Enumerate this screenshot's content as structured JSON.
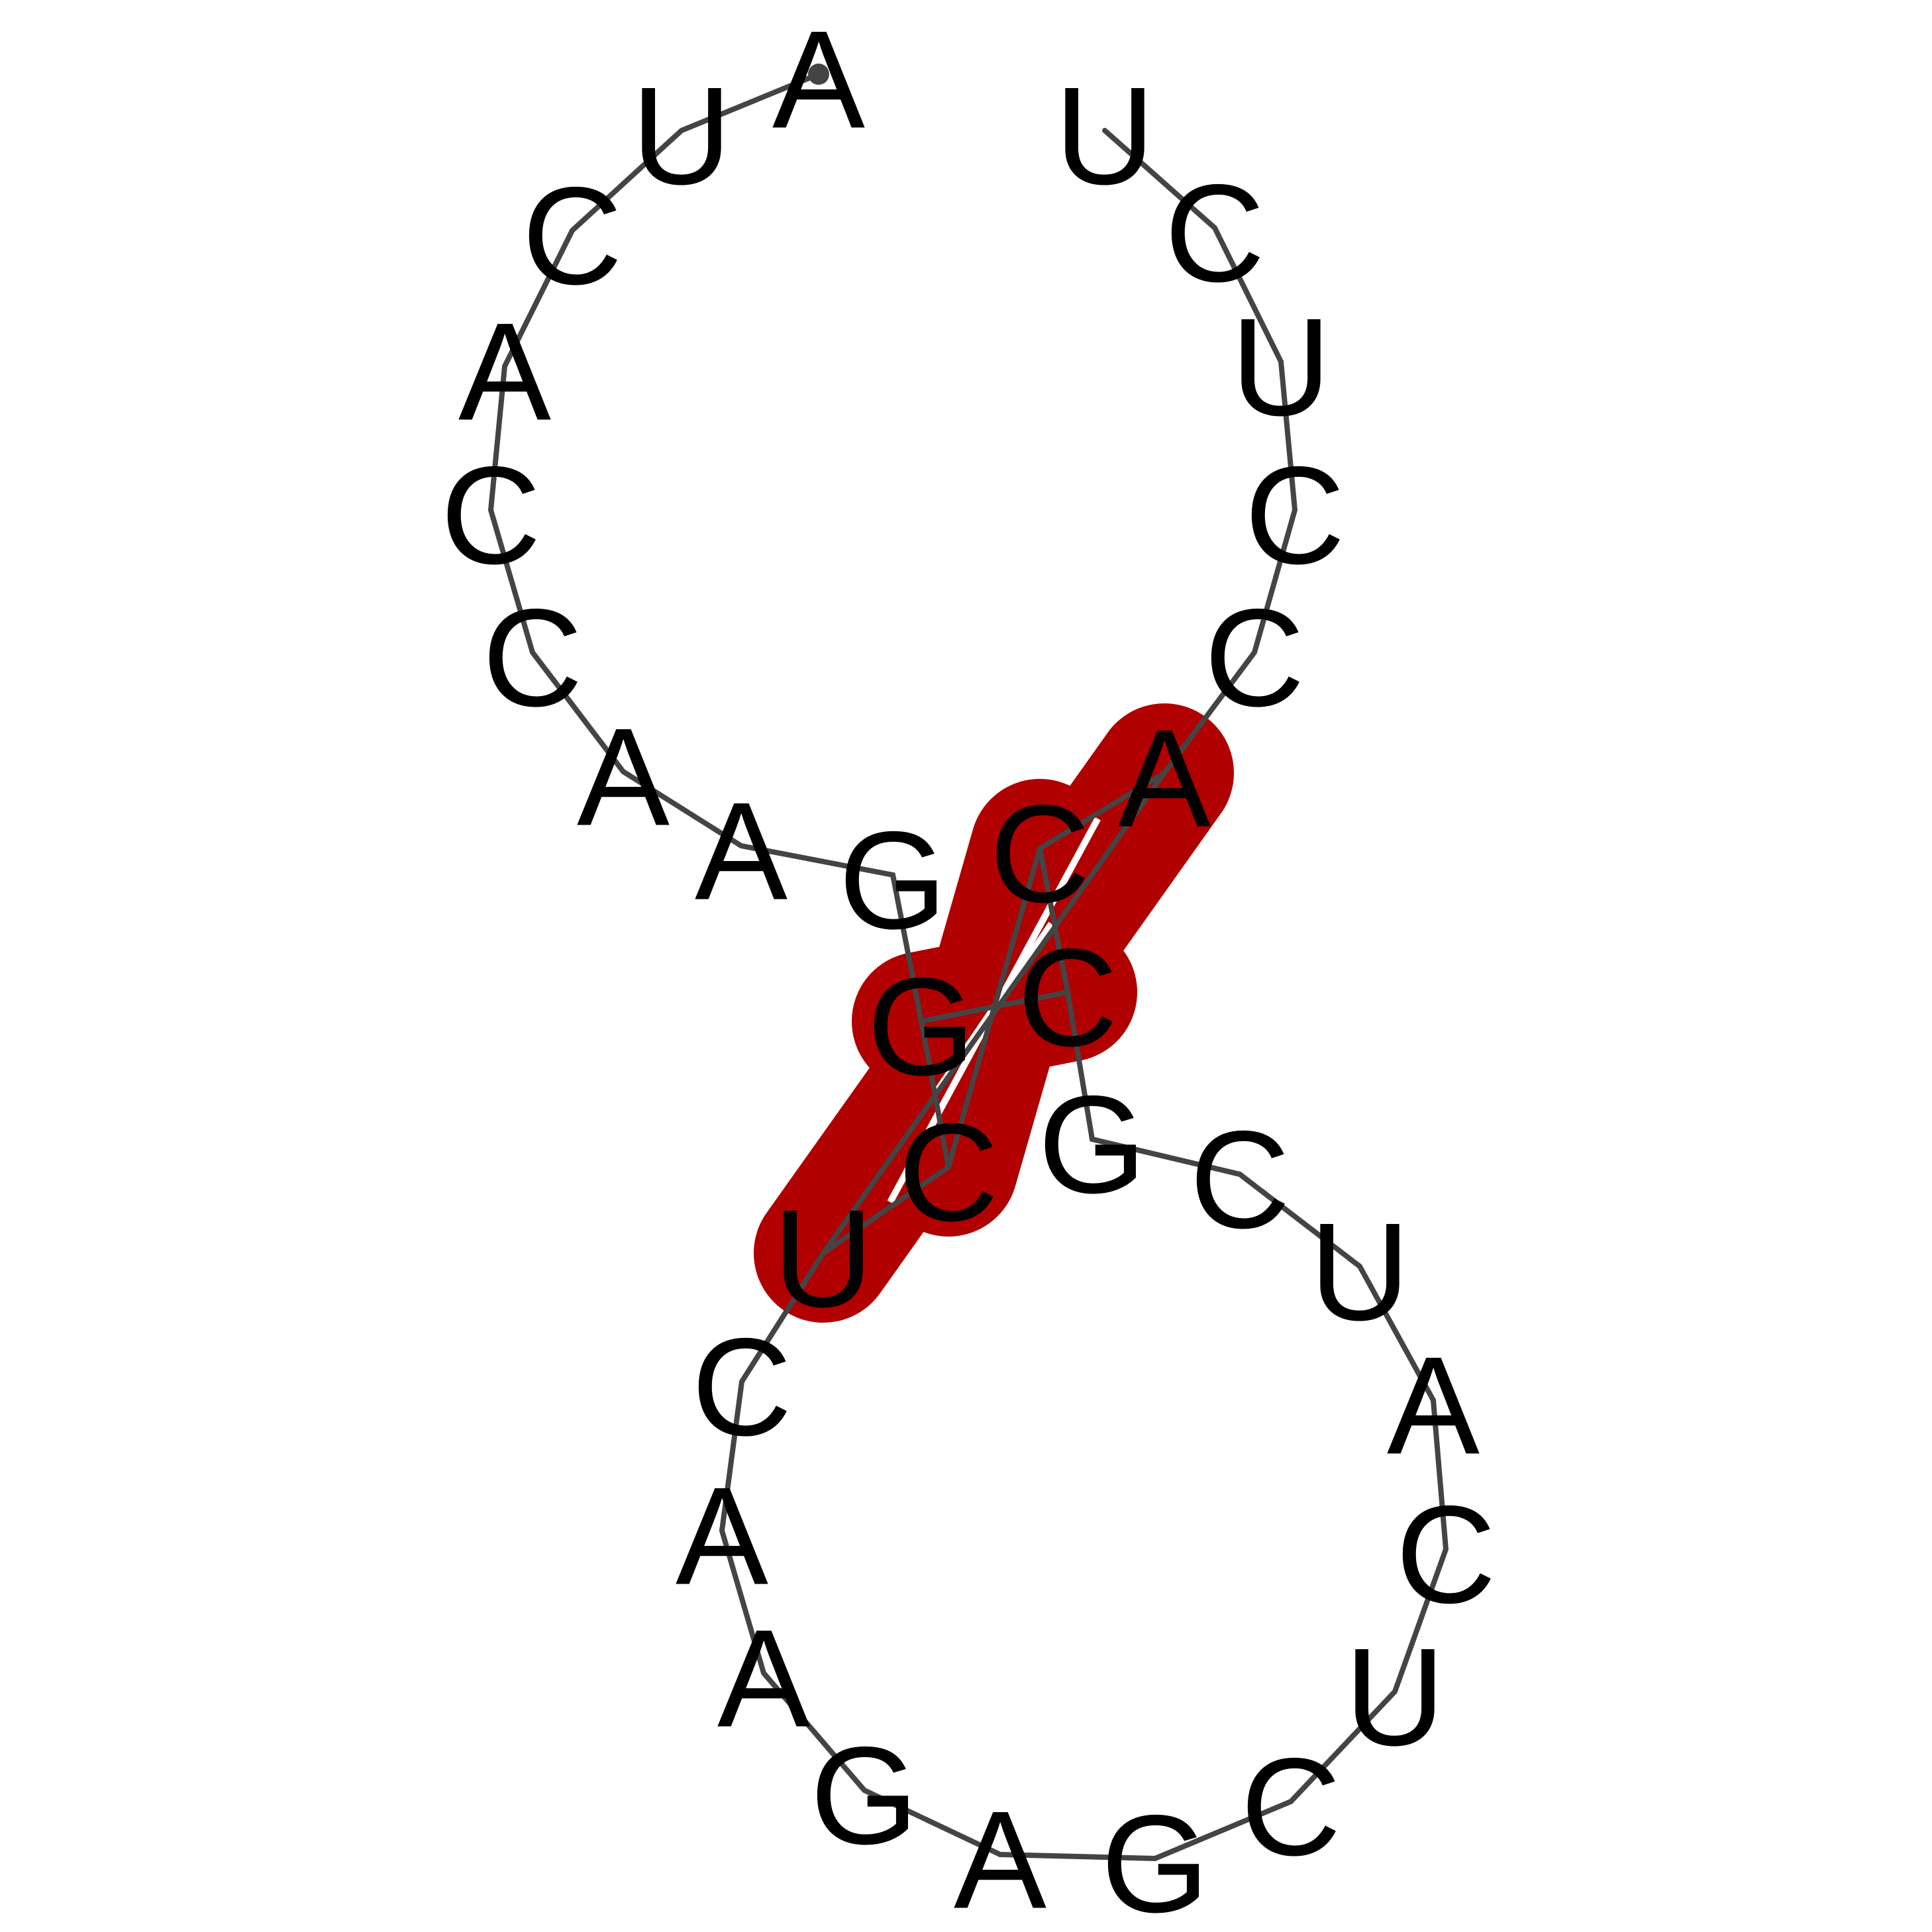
{
  "nucleotides": [
    "A",
    "U",
    "C",
    "A",
    "C",
    "C",
    "A",
    "A",
    "G",
    "G",
    "C",
    "U",
    "C",
    "A",
    "A",
    "G",
    "A",
    "G",
    "C",
    "U",
    "C",
    "A",
    "U",
    "C",
    "G",
    "C",
    "C",
    "A",
    "C",
    "C",
    "U",
    "C",
    "U"
  ],
  "pairs": [
    [
      9,
      25
    ],
    [
      10,
      26
    ],
    [
      11,
      27
    ]
  ],
  "colors": {
    "backbone": "#444444",
    "pair_highlight": "#b00000",
    "pair_line": "#ffffff",
    "text": "#000000",
    "start_marker": "#444444"
  }
}
